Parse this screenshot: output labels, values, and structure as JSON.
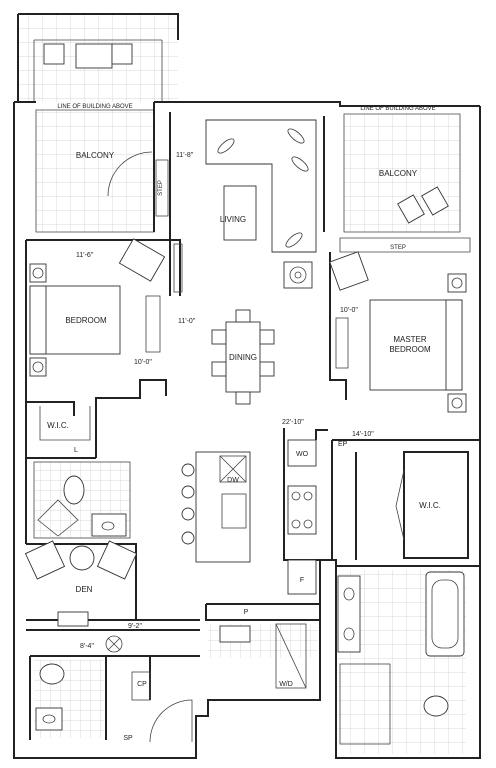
{
  "rooms": {
    "balcony_left": "BALCONY",
    "balcony_right": "BALCONY",
    "living": "LIVING",
    "bedroom": "BEDROOM",
    "master_bedroom_line1": "MASTER",
    "master_bedroom_line2": "BEDROOM",
    "dining": "DINING",
    "wic_left": "W.I.C.",
    "wic_right": "W.I.C.",
    "den": "DEN"
  },
  "annotations": {
    "line_above_left": "LINE OF BUILDING ABOVE",
    "line_above_right": "LINE OF BUILDING ABOVE",
    "step_left": "STEP",
    "step_right": "STEP",
    "linen": "L",
    "washer_dryer": "W/D",
    "pantry": "P",
    "coat_closet": "CP",
    "storage_closet": "SP",
    "dishwasher": "DW",
    "wall_oven": "WO",
    "fridge": "F",
    "electrical_panel": "EP"
  },
  "dimensions": {
    "living": "11'-8\"",
    "bedroom_width": "11'-6\"",
    "bedroom_length": "10'-0\"",
    "living_length": "11'-0\"",
    "master_width": "10'-0\"",
    "kitchen": "22'-10\"",
    "master_length": "14'-10\"",
    "den_width": "9'-2\"",
    "den_length": "8'-4\""
  }
}
